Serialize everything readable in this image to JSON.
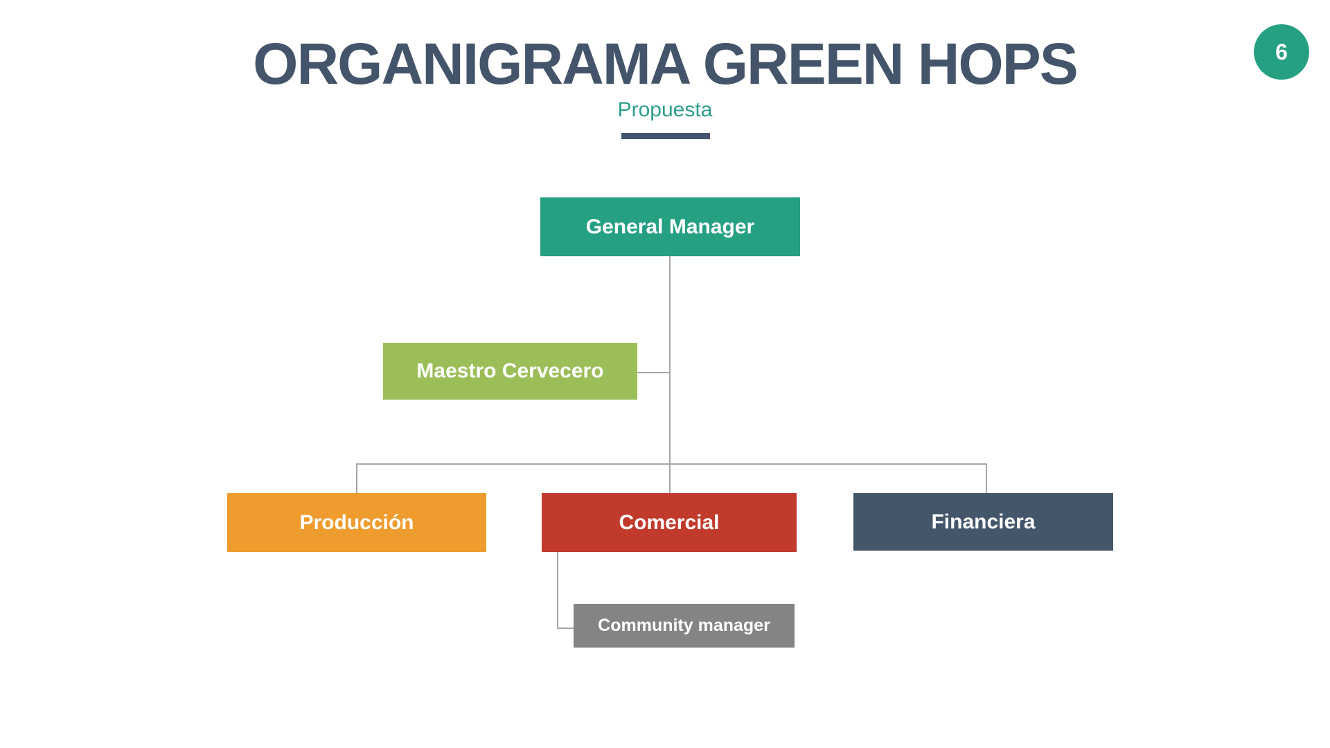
{
  "slide": {
    "title": "ORGANIGRAMA GREEN HOPS",
    "subtitle": "Propuesta",
    "page_badge": "6"
  },
  "theme": {
    "background": "#FFFFFF",
    "title_color": "#44546A",
    "subtitle_color": "#2E9E8C",
    "underline_color": "#44546A",
    "badge_color": "#26A083",
    "badge_text_color": "#FFFFFF",
    "connector_color": "#A6A6A6",
    "node_text_color": "#FFFFFF"
  },
  "org_chart": {
    "type": "org-tree",
    "nodes": [
      {
        "id": "general-manager",
        "label": "General Manager",
        "color": "#26A083",
        "level": 1,
        "reports_to": null
      },
      {
        "id": "maestro-cervecero",
        "label": "Maestro Cervecero",
        "color": "#9CBE59",
        "level": 2,
        "reports_to": "general-manager"
      },
      {
        "id": "produccion",
        "label": "Producción",
        "color": "#EE9C2E",
        "level": 3,
        "reports_to": "general-manager"
      },
      {
        "id": "comercial",
        "label": "Comercial",
        "color": "#C23A2C",
        "level": 3,
        "reports_to": "general-manager"
      },
      {
        "id": "financiera",
        "label": "Financiera",
        "color": "#44566A",
        "level": 3,
        "reports_to": "general-manager"
      },
      {
        "id": "community-manager",
        "label": "Community manager",
        "color": "#848484",
        "level": 4,
        "reports_to": "comercial"
      }
    ]
  }
}
